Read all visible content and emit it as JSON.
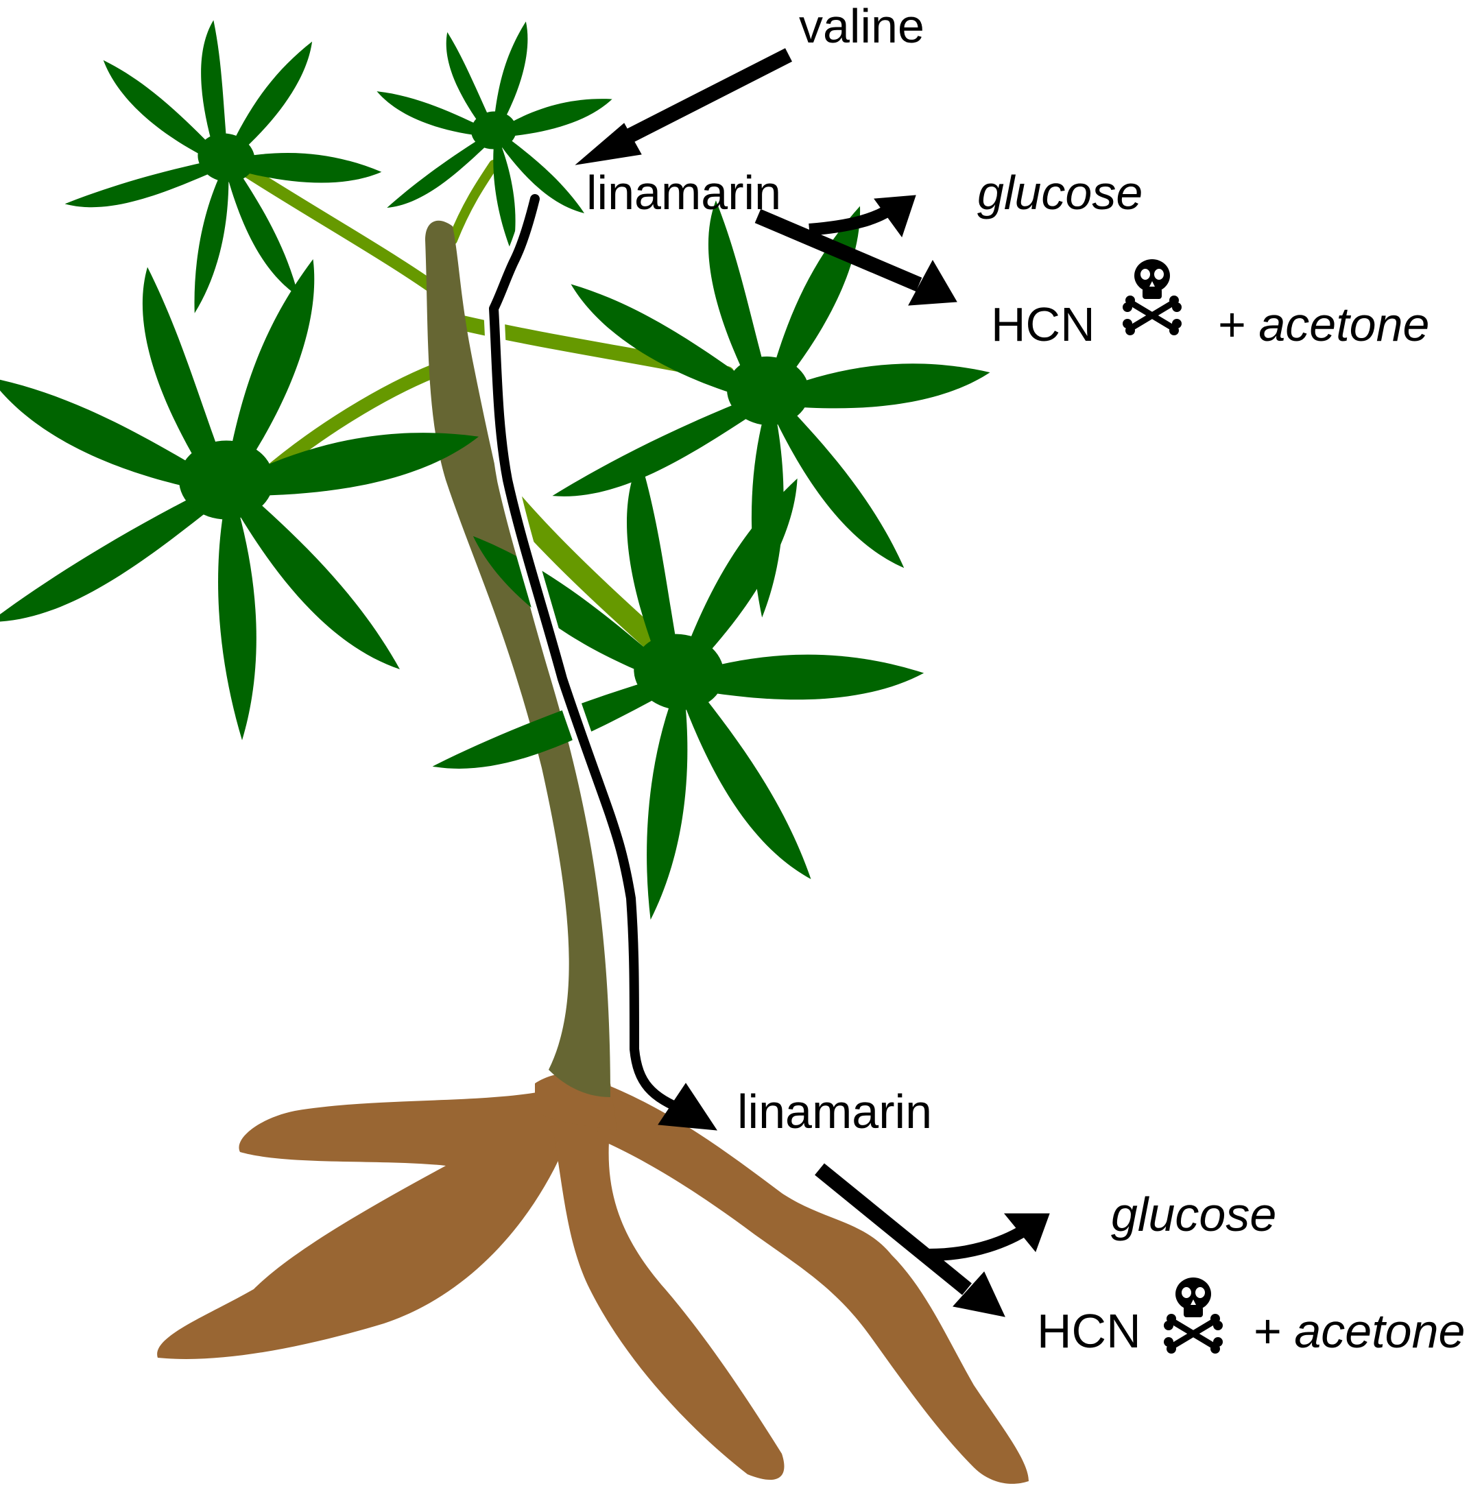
{
  "labels": {
    "valine": "valine",
    "linamarin_top": "linamarin",
    "glucose_top": "glucose",
    "hcn_top": "HCN",
    "acetone_top": "+ acetone",
    "linamarin_bottom": "linamarin",
    "glucose_bottom": "glucose",
    "hcn_bottom": "HCN",
    "acetone_bottom": "+ acetone"
  },
  "icons": {
    "toxic": "skull-and-crossbones-icon"
  },
  "colors": {
    "leaf": "#006400",
    "petiole": "#669900",
    "stem": "#666633",
    "root": "#996633",
    "arrow": "#000000"
  }
}
